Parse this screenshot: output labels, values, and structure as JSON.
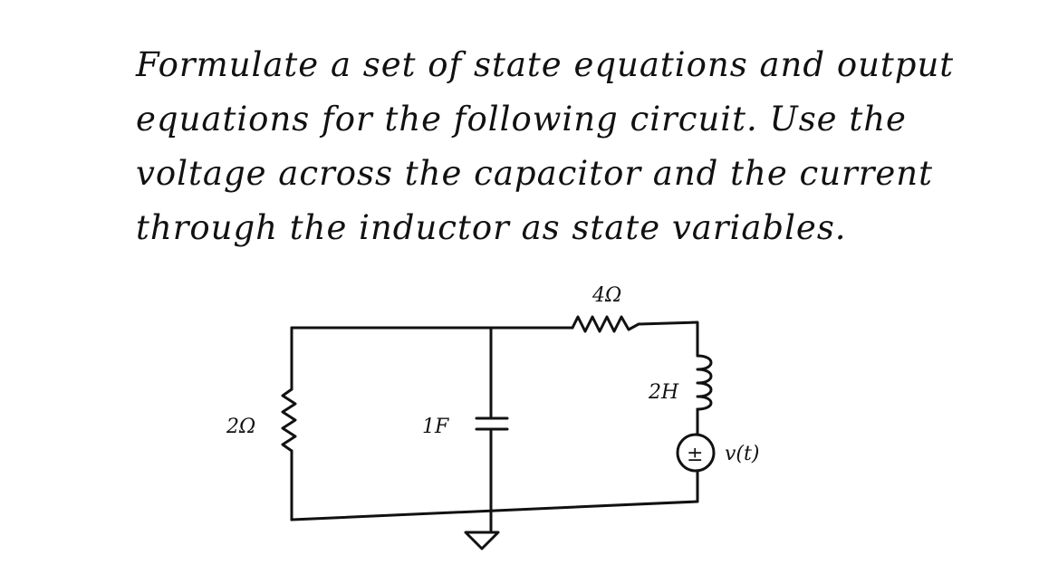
{
  "problem": {
    "lines": [
      "Formulate a set of state equations and output",
      "equations for the following circuit. Use the",
      "voltage across the capacitor and the current",
      "through the inductor as state variables."
    ]
  },
  "circuit": {
    "resistor_left_label": "2Ω",
    "resistor_top_label": "4Ω",
    "capacitor_label": "1F",
    "inductor_label": "2H",
    "source_symbol": "±",
    "source_label": "v(t)"
  }
}
